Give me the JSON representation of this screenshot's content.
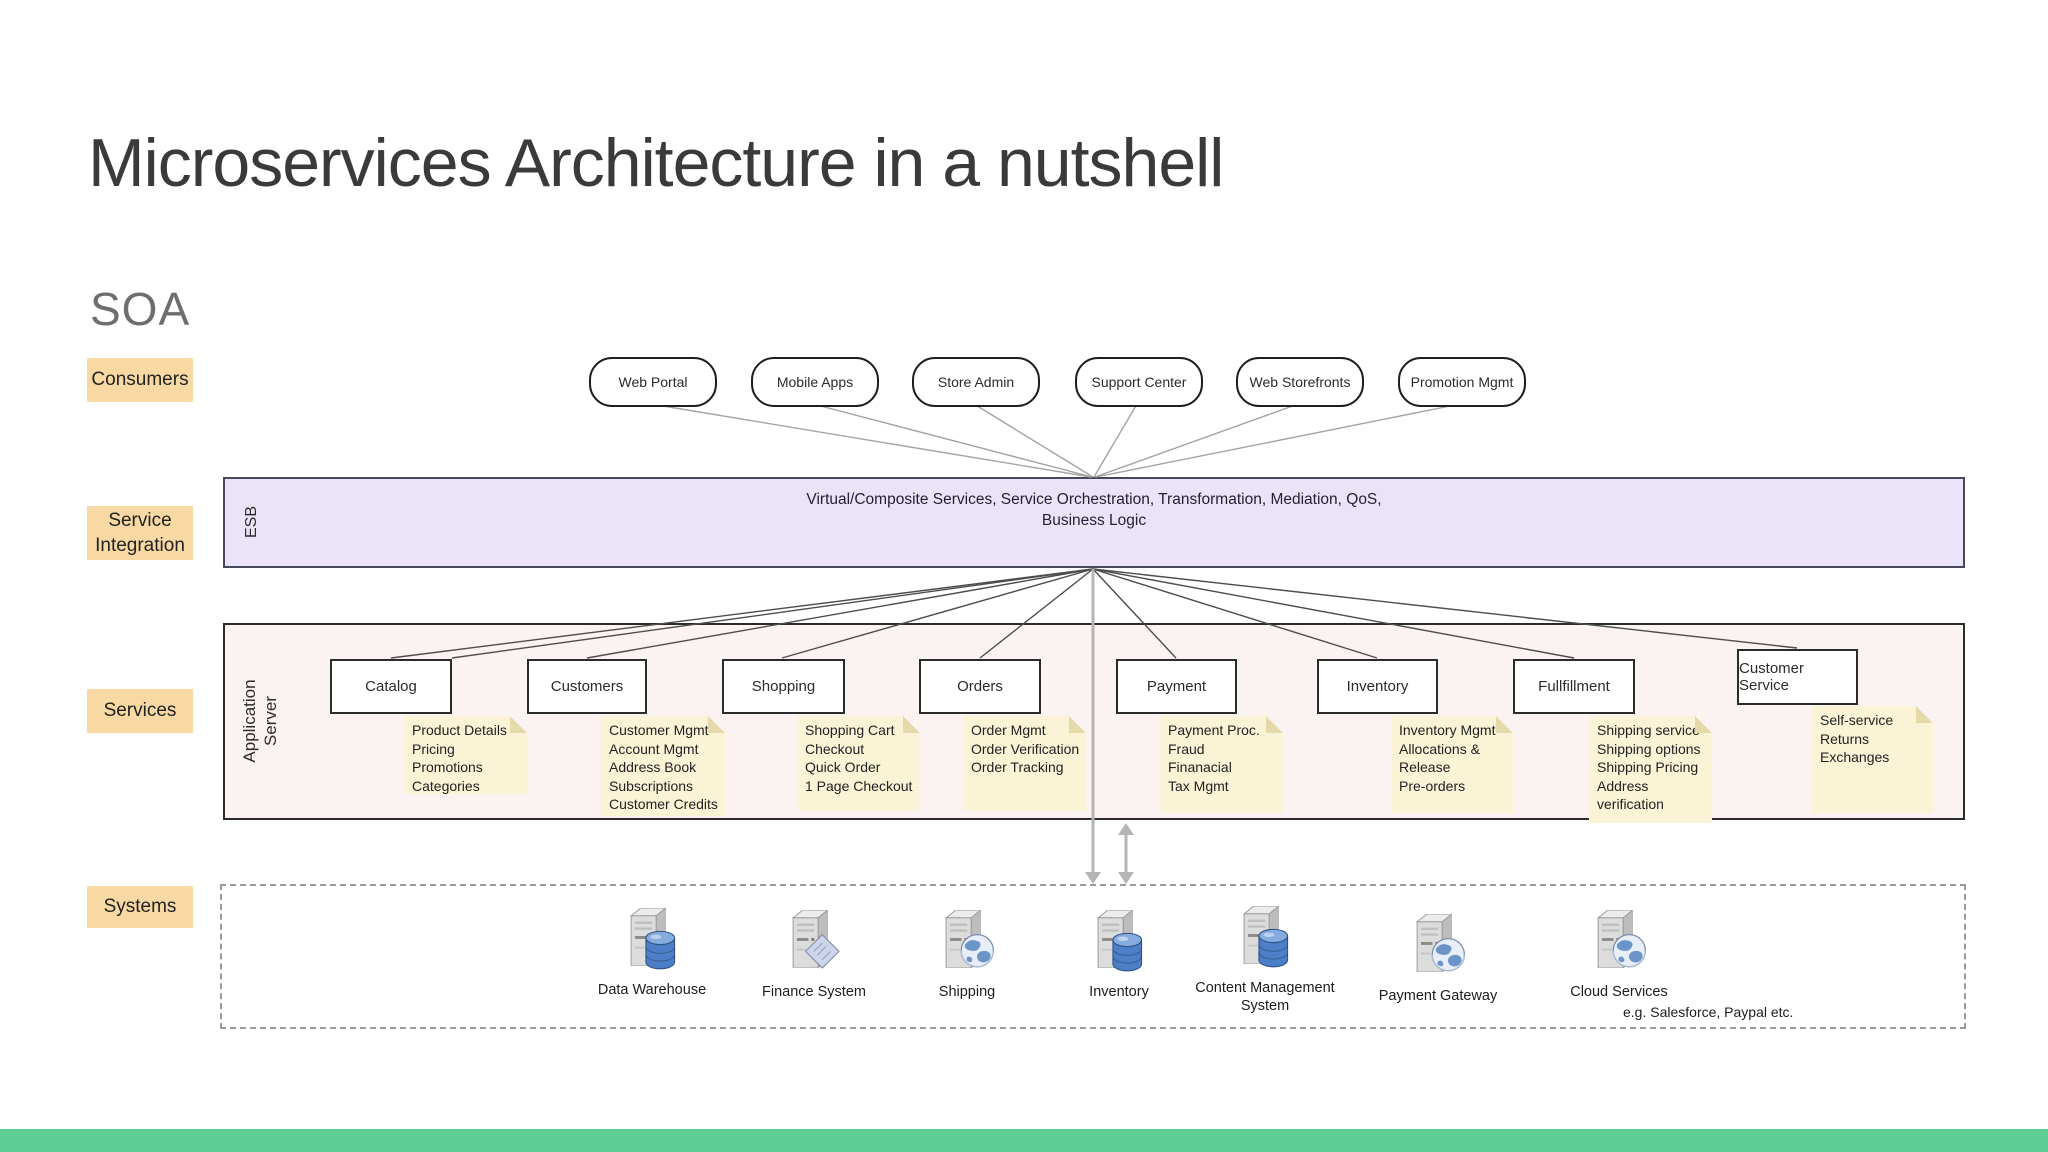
{
  "page": {
    "title": "Microservices Architecture in a nutshell",
    "subtitle": "SOA"
  },
  "row_labels": {
    "consumers": "Consumers",
    "service_integration_lines": [
      "Service",
      "Integration"
    ],
    "services": "Services",
    "systems": "Systems"
  },
  "consumers": {
    "items": [
      "Web Portal",
      "Mobile Apps",
      "Store Admin",
      "Support Center",
      "Web Storefronts",
      "Promotion Mgmt"
    ]
  },
  "esb": {
    "side_label": "ESB",
    "text_lines": [
      "Virtual/Composite Services, Service Orchestration, Transformation, Mediation, QoS,",
      "Business Logic"
    ]
  },
  "app_server": {
    "side_label_lines": [
      "Application",
      "Server"
    ]
  },
  "services": [
    {
      "label": "Catalog",
      "note_lines": [
        "Product Details",
        "Pricing",
        "Promotions",
        "Categories"
      ]
    },
    {
      "label": "Customers",
      "note_lines": [
        "Customer Mgmt",
        "Account Mgmt",
        "Address Book",
        "Subscriptions",
        "Customer Credits"
      ]
    },
    {
      "label": "Shopping",
      "note_lines": [
        "Shopping Cart",
        "Checkout",
        "Quick Order",
        "1 Page Checkout"
      ]
    },
    {
      "label": "Orders",
      "note_lines": [
        "Order Mgmt",
        "Order Verification",
        "Order Tracking"
      ]
    },
    {
      "label": "Payment",
      "note_lines": [
        "Payment Proc.",
        "Fraud",
        "Finanacial",
        "Tax Mgmt"
      ]
    },
    {
      "label": "Inventory",
      "note_lines": [
        "Inventory Mgmt",
        "Allocations &",
        "Release",
        "Pre-orders"
      ]
    },
    {
      "label": "Fullfillment",
      "note_lines": [
        "Shipping service",
        "Shipping options",
        "Shipping Pricing",
        "Address",
        "verification"
      ]
    },
    {
      "label": "Customer Service",
      "note_lines": [
        "Self-service",
        "Returns",
        "Exchanges"
      ]
    }
  ],
  "systems": {
    "items": [
      {
        "label_lines": [
          "Data Warehouse"
        ],
        "icon": "server-database-icon"
      },
      {
        "label_lines": [
          "Finance System"
        ],
        "icon": "server-card-icon"
      },
      {
        "label_lines": [
          "Shipping"
        ],
        "icon": "server-globe-icon"
      },
      {
        "label_lines": [
          "Inventory"
        ],
        "icon": "server-database-icon"
      },
      {
        "label_lines": [
          "Content Management",
          "System"
        ],
        "icon": "server-database-icon"
      },
      {
        "label_lines": [
          "Payment Gateway"
        ],
        "icon": "server-globe-icon"
      },
      {
        "label_lines": [
          "Cloud Services"
        ],
        "icon": "server-globe-icon"
      }
    ],
    "annotation": "e.g. Salesforce, Paypal etc."
  },
  "colors": {
    "row_label_bg": "#F8D9A3",
    "esb_fill": "#EAE3F9",
    "app_server_fill": "#FBF3F2",
    "note_fill": "#FAF3D6",
    "accent_bar_green": "#5ECD93",
    "connector_light_gray": "#A3A3A3",
    "connector_dark": "#4D4D4D",
    "arrow_gray": "#B5B5B5"
  }
}
